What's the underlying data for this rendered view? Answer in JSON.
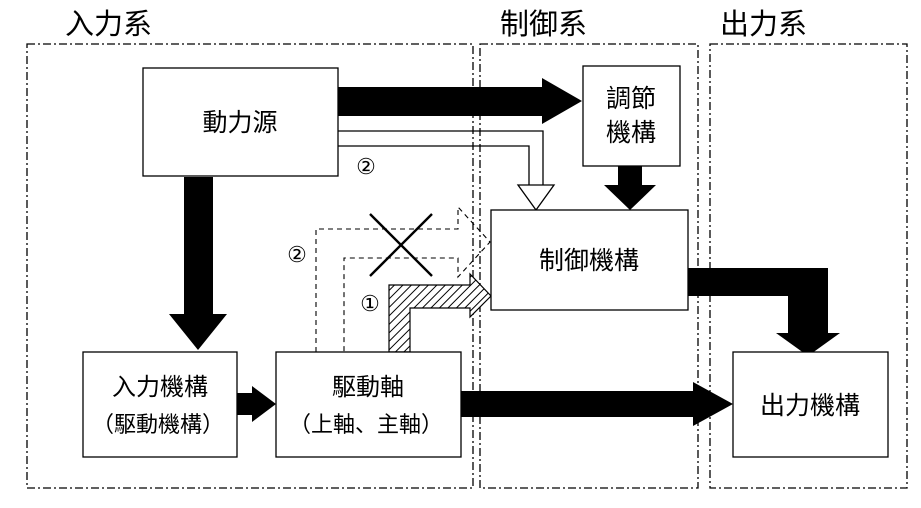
{
  "groups": {
    "input": "入力系",
    "control": "制御系",
    "output": "出力系"
  },
  "boxes": {
    "power_source": "動力源",
    "adjust_line1": "調節",
    "adjust_line2": "機構",
    "control_mech": "制御機構",
    "input_line1": "入力機構",
    "input_line2": "（駆動機構）",
    "drive_line1": "駆動軸",
    "drive_line2": "（上軸、主軸）",
    "output_mech": "出力機構"
  },
  "markers": {
    "route_2_top": "②",
    "route_2_left": "②",
    "route_1": "①",
    "cross": "✕"
  },
  "colors": {
    "line": "#000000",
    "fill": "#ffffff"
  }
}
